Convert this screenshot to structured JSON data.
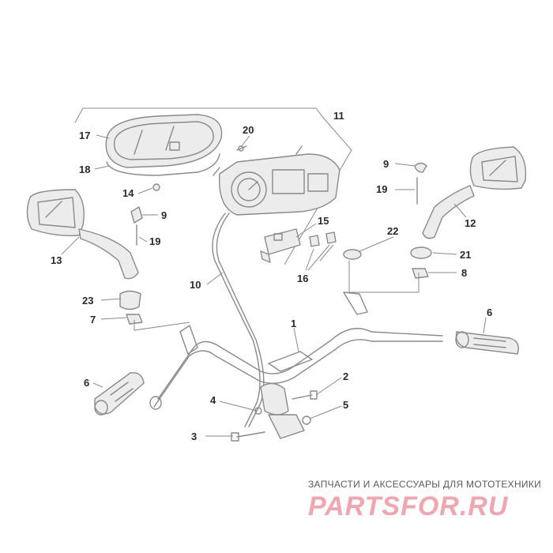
{
  "callouts": [
    {
      "n": "1"
    },
    {
      "n": "2"
    },
    {
      "n": "3"
    },
    {
      "n": "4"
    },
    {
      "n": "5"
    },
    {
      "n": "6"
    },
    {
      "n": "6"
    },
    {
      "n": "7"
    },
    {
      "n": "8"
    },
    {
      "n": "9"
    },
    {
      "n": "9"
    },
    {
      "n": "10"
    },
    {
      "n": "11"
    },
    {
      "n": "12"
    },
    {
      "n": "13"
    },
    {
      "n": "14"
    },
    {
      "n": "15"
    },
    {
      "n": "16"
    },
    {
      "n": "17"
    },
    {
      "n": "18"
    },
    {
      "n": "19"
    },
    {
      "n": "19"
    },
    {
      "n": "20"
    },
    {
      "n": "21"
    },
    {
      "n": "22"
    },
    {
      "n": "23"
    }
  ],
  "watermark": {
    "caption": "ЗАПЧАСТИ И АКСЕССУАРЫ ДЛЯ МОТОТЕХНИКИ",
    "logo": "PARTSFOR.RU",
    "logo_color": "#f0a6ae"
  },
  "colors": {
    "line": "#8a8a8a",
    "text": "#2a2a2a"
  }
}
